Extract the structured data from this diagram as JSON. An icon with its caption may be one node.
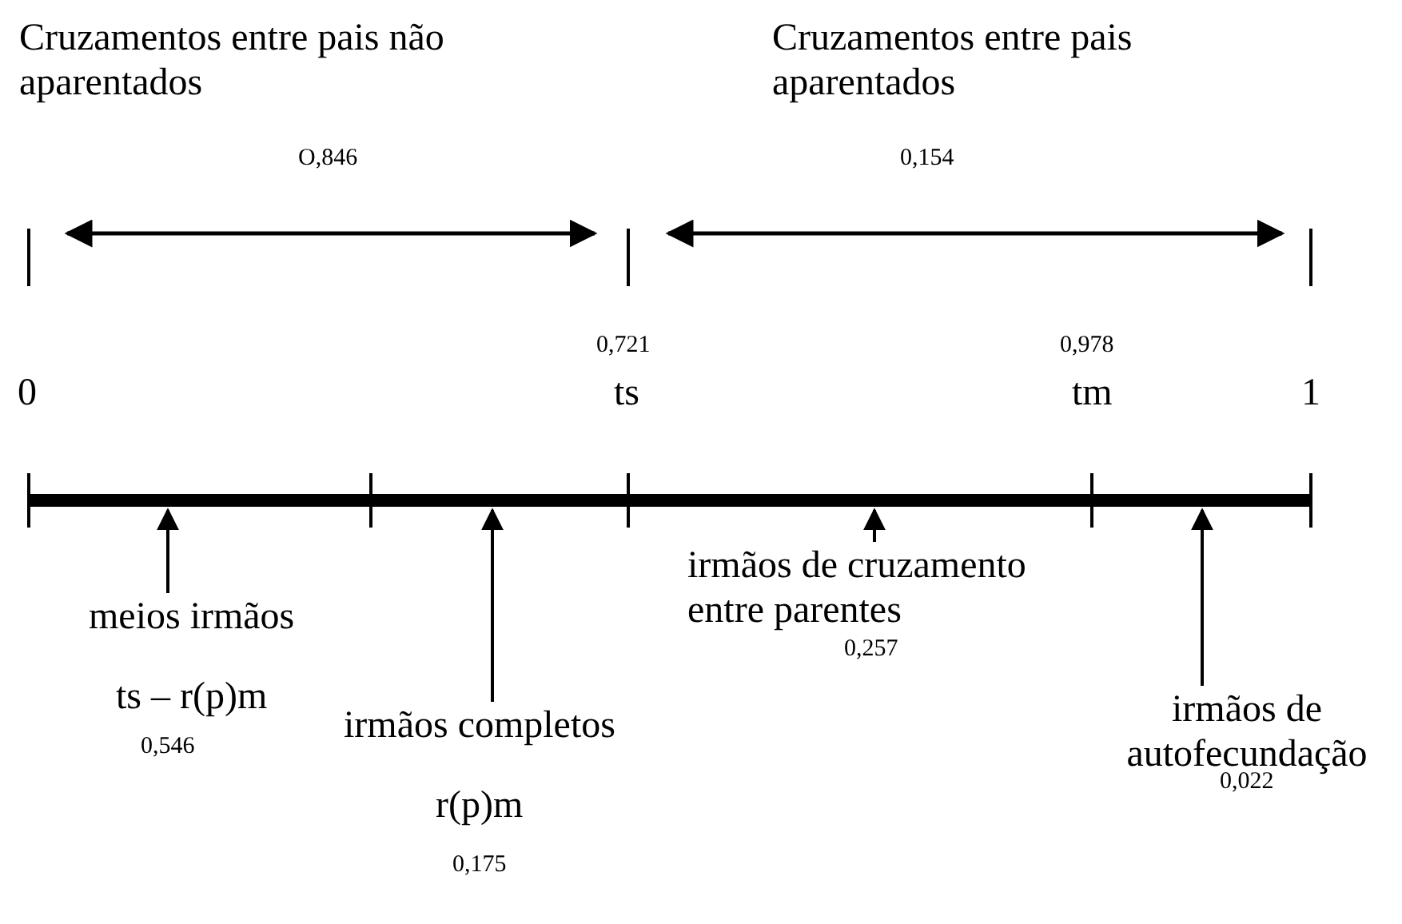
{
  "diagram": {
    "nodes": [
      {
        "text": [],
        "shape": "bar"
      },
      {
        "text": [],
        "shape": "bar"
      },
      {
        "text": [],
        "shape": "bar"
      },
      {
        "text": [],
        "shape": "bar"
      },
      {
        "text": [
          "meios irmãos"
        ],
        "beside": [
          "ts – r(p)m",
          "0,546"
        ]
      },
      {
        "text": [
          "irmãos completos"
        ],
        "beside": [
          "r(p)m",
          "0,175"
        ]
      },
      {
        "text": [
          "irmãos de cruzamento entre parentes"
        ],
        "beside": [
          "0,257"
        ]
      },
      {
        "text": [
          "irmãos de autofecundação"
        ],
        "beside": [
          "0,022"
        ]
      }
    ],
    "edges": [
      {
        "from": 4,
        "to": 0,
        "arrow": "to"
      },
      {
        "from": 5,
        "to": 1,
        "arrow": "to"
      },
      {
        "from": 6,
        "to": 2,
        "arrow": "to"
      },
      {
        "from": 7,
        "to": 3,
        "arrow": "to"
      }
    ],
    "labels": [
      "Cruzamentos entre pais não aparentados",
      "Cruzamentos entre pais aparentados",
      "O,846",
      "0,154",
      "0,721",
      "0,978",
      "0",
      "ts",
      "tm",
      "1"
    ]
  }
}
